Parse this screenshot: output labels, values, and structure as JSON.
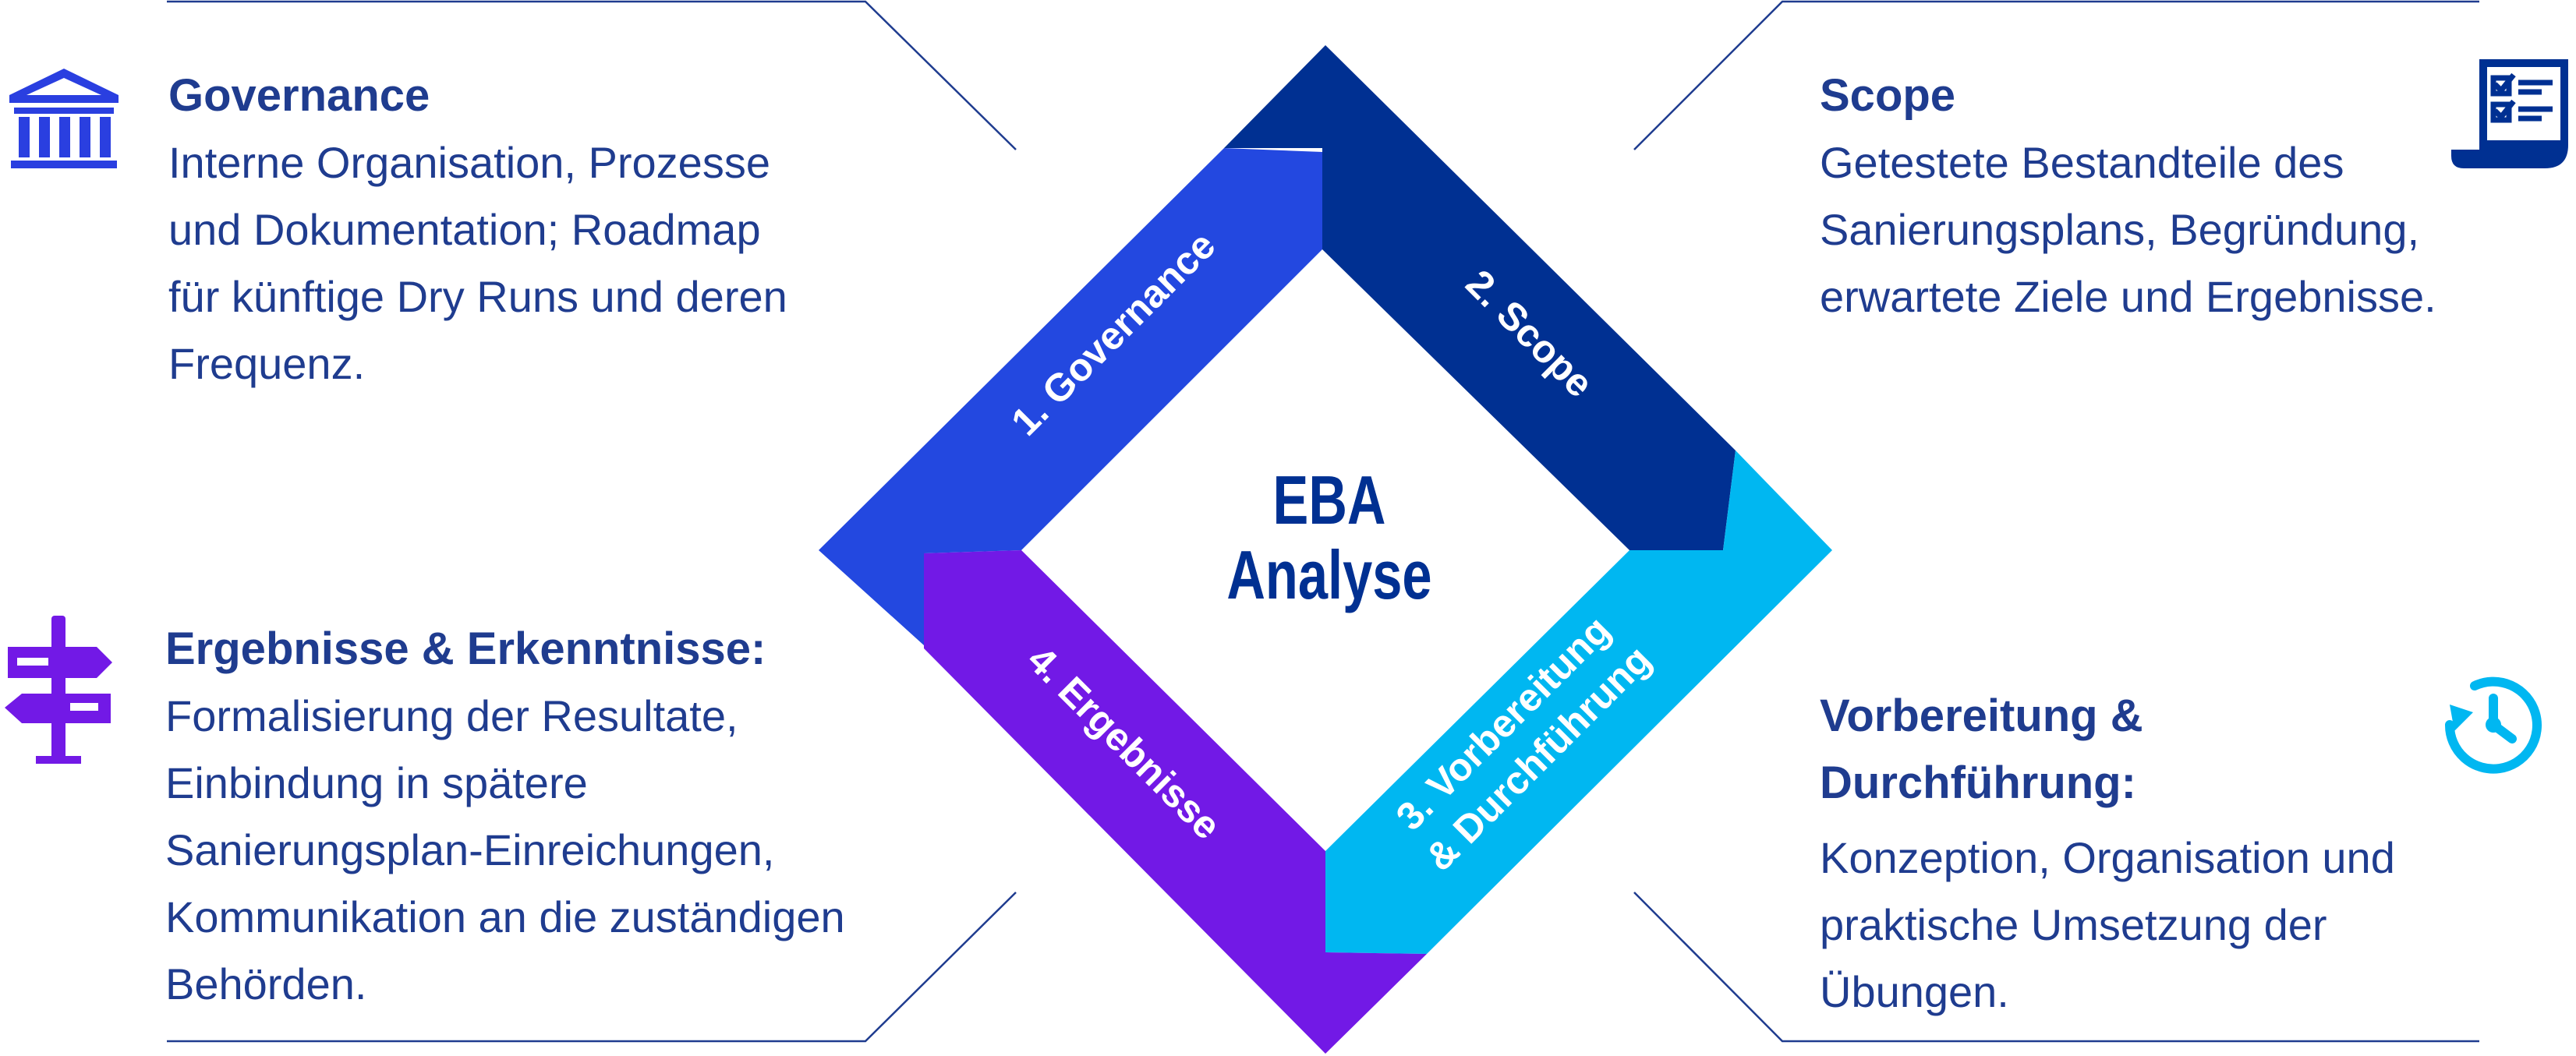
{
  "center": {
    "line1": "EBA",
    "line2": "Analyse"
  },
  "segments": {
    "governance": "1. Governance",
    "scope": "2. Scope",
    "vorbereitung_line1": "3. Vorbereitung",
    "vorbereitung_line2": "& Durchführung",
    "ergebnisse": "4. Ergebnisse"
  },
  "colors": {
    "navy": "#003092",
    "royal_blue": "#2348e0",
    "cyan": "#00b7f1",
    "purple": "#7219e6",
    "text": "#1f3c8f"
  },
  "governance": {
    "icon": "bank-building-icon",
    "title": "Governance",
    "lines": [
      "Interne Organisation, Prozesse",
      "und Dokumentation; Roadmap",
      "für künftige Dry Runs und deren",
      "Frequenz."
    ]
  },
  "scope": {
    "icon": "checklist-scroll-icon",
    "title": "Scope",
    "lines": [
      "Getestete Bestandteile des",
      "Sanierungsplans, Begründung,",
      "erwartete Ziele und Ergebnisse."
    ]
  },
  "ergebnisse": {
    "icon": "signpost-icon",
    "title": "Ergebnisse & Erkenntnisse:",
    "lines": [
      "Formalisierung der Resultate,",
      "Einbindung in spätere",
      "Sanierungsplan-Einreichungen,",
      "Kommunikation an die zuständigen",
      "Behörden."
    ]
  },
  "vorbereitung": {
    "icon": "clock-cycle-icon",
    "title_lines": [
      "Vorbereitung &",
      "Durchführung:"
    ],
    "lines": [
      "Konzeption, Organisation und",
      "praktische Umsetzung der",
      "Übungen."
    ]
  }
}
